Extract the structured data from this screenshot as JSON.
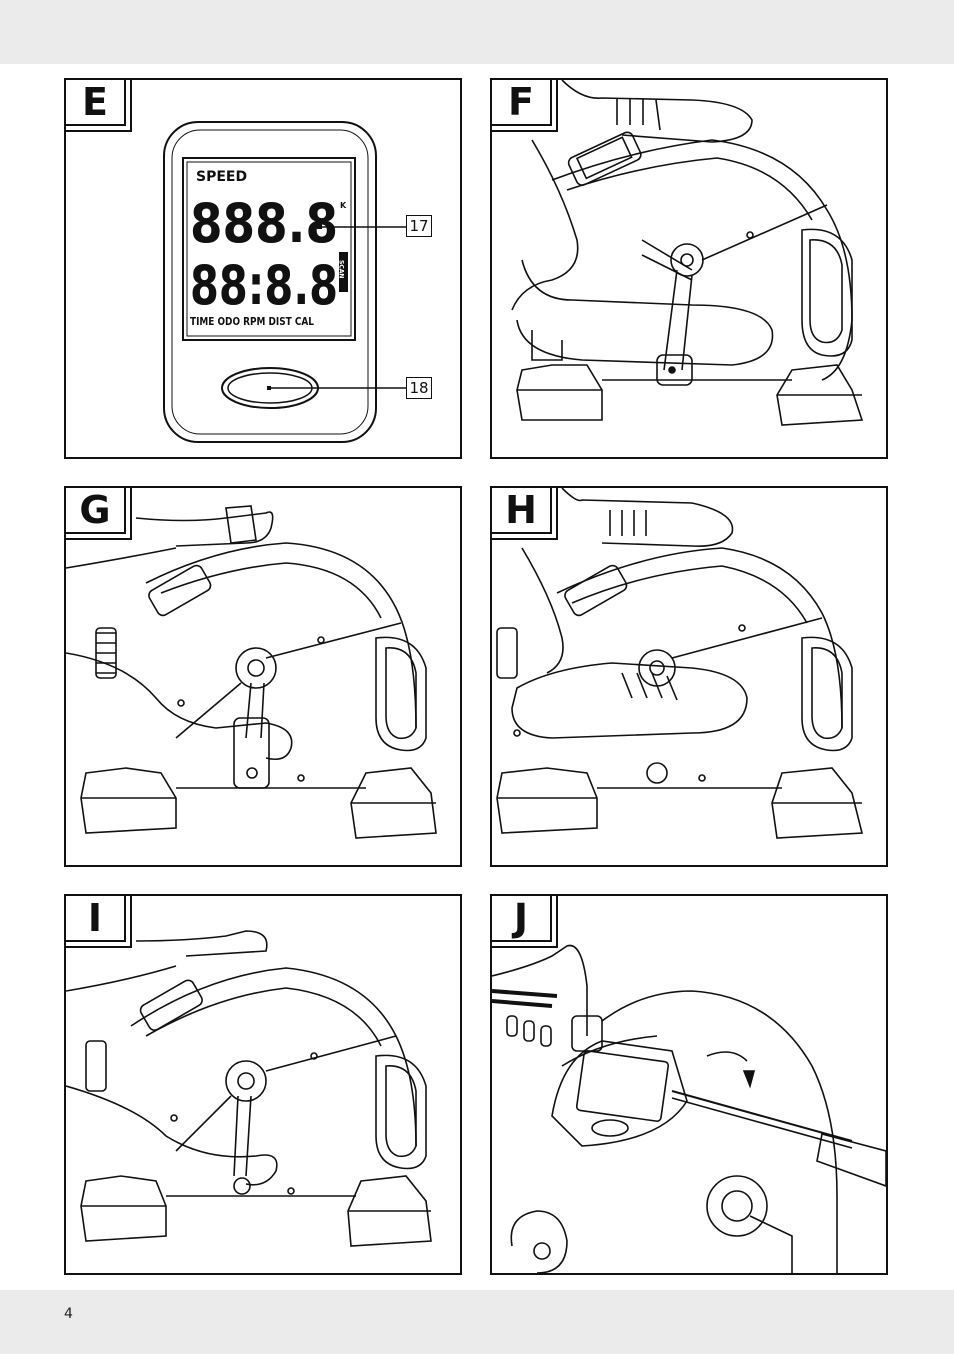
{
  "page": {
    "number": "4"
  },
  "panels": [
    {
      "id": "E",
      "label": "E"
    },
    {
      "id": "F",
      "label": "F"
    },
    {
      "id": "G",
      "label": "G"
    },
    {
      "id": "H",
      "label": "H"
    },
    {
      "id": "I",
      "label": "I"
    },
    {
      "id": "J",
      "label": "J"
    }
  ],
  "display": {
    "speed_label": "SPEED",
    "digits_top": "888.8",
    "digits_bottom": "88:8.8",
    "unit_k": "K",
    "scan_label": "SCAN",
    "modes_label": "TIME  ODO RPM DIST CAL"
  },
  "callouts": {
    "display_callout": "17",
    "button_callout": "18"
  }
}
